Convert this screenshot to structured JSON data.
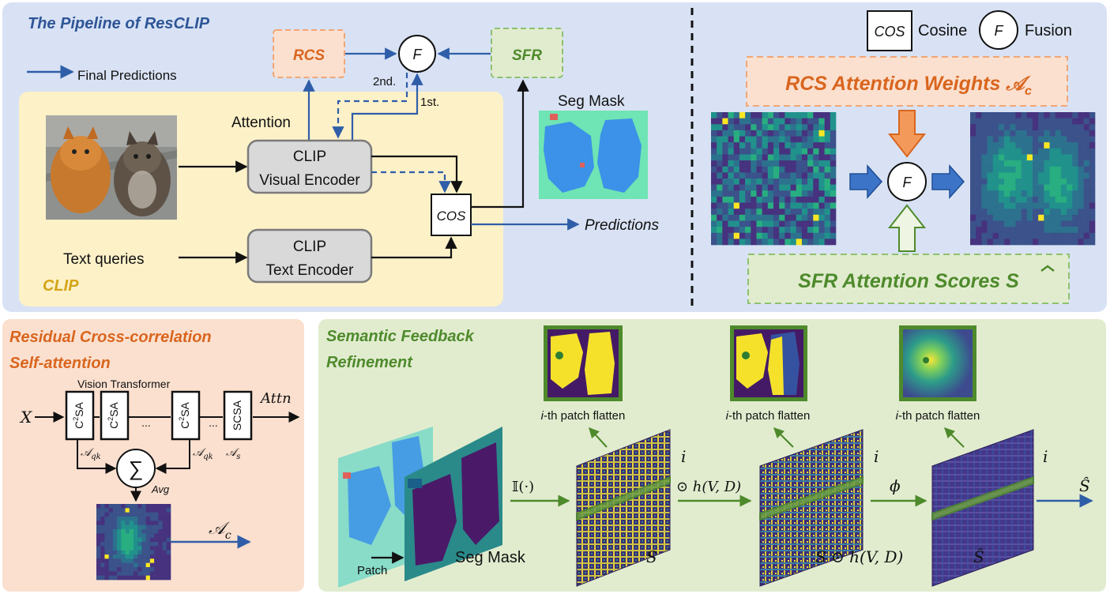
{
  "pipeline": {
    "title": "The Pipeline of ResCLIP",
    "legend_final": "Final Predictions",
    "rcs": "RCS",
    "sfr": "SFR",
    "fusion": "F",
    "second": "2nd.",
    "first": "1st.",
    "attention": "Attention",
    "visual_encoder_line1": "CLIP",
    "visual_encoder_line2": "Visual Encoder",
    "text_encoder_line1": "CLIP",
    "text_encoder_line2": "Text Encoder",
    "cos": "COS",
    "seg_mask": "Seg Mask",
    "predictions": "Predictions",
    "text_queries": "Text queries",
    "clip": "CLIP"
  },
  "fusion_panel": {
    "legend_cos": "COS",
    "legend_cosine": "Cosine",
    "legend_f": "F",
    "legend_fusion": "Fusion",
    "rcs_weights": "RCS Attention Weights 𝒜",
    "rcs_weights_sub": "c",
    "sfr_scores": "SFR Attention Scores ",
    "sfr_scores_symbol": "S",
    "fusion": "F"
  },
  "rcs_panel": {
    "title_line1": "Residual Cross-correlation",
    "title_line2": "Self-attention",
    "vision_transformer": "Vision Transformer",
    "x": "X",
    "block_c": "C",
    "block_sup": "2",
    "block_sa": "SA",
    "dots1": "...",
    "dots2": "...",
    "scsa_line1": "SCSA",
    "attn": "Attn",
    "aqk1": "𝒜",
    "aqk1_sub": "qk",
    "aqk2": "𝒜",
    "aqk2_sub": "qk",
    "as": "𝒜",
    "as_sub": "s",
    "sigma": "∑",
    "avg": "Avg",
    "ac": "𝒜",
    "ac_sub": "c"
  },
  "sfr_panel": {
    "title_line1": "Semantic Feedback",
    "title_line2": "Refinement",
    "patch_flatten_i": "i",
    "patch_flatten_rest": "-th patch flatten",
    "indicator": "𝕀(·)",
    "odot_h": "⊙ h(V, D)",
    "phi": "ϕ",
    "i_label": "i",
    "patch": "Patch",
    "seg_mask": "Seg Mask",
    "S": "S",
    "S_odot": "S ⊙ h(V, D)",
    "S_hat": "Ŝ"
  },
  "colors": {
    "pipeline_bg": "#d8e2f4",
    "clip_bg": "#fdf1c8",
    "rcs_bg": "#fbe0cf",
    "sfr_bg": "#e1eccf",
    "orange": "#d9651e",
    "green": "#4e8a2b",
    "blue_arrow": "#2f5ea8",
    "title_blue": "#2e5597",
    "clip_gold": "#d4a417"
  }
}
